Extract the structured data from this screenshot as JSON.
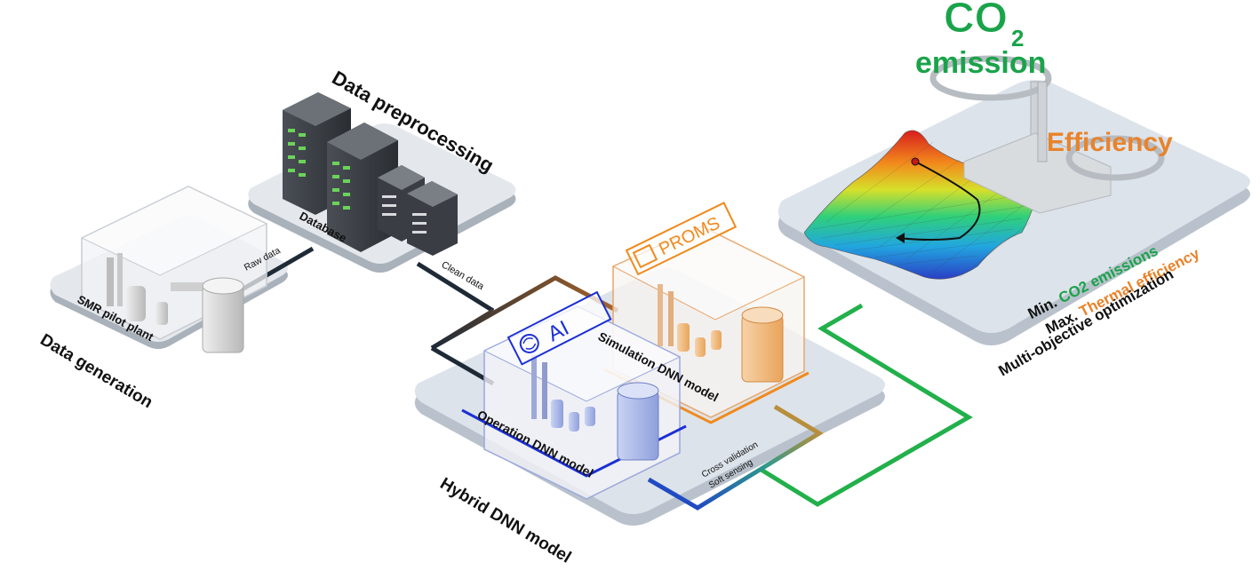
{
  "co2": {
    "title_main": "CO",
    "title_sub": "2",
    "title_line2": "emission",
    "color": "#1aa34a"
  },
  "efficiency": {
    "label": "Efficiency",
    "color": "#e8832a"
  },
  "objectives": {
    "min_prefix": "Min.",
    "min_text": "CO2 emissions",
    "max_prefix": "Max.",
    "max_text": "Thermal efficiency"
  },
  "stages": {
    "data_generation": "Data generation",
    "data_preprocessing": "Data preprocessing",
    "hybrid_dnn": "Hybrid DNN model",
    "multi_objective": "Multi-objective optimization"
  },
  "platforms": {
    "smr_plant": "SMR pilot plant",
    "database": "Database",
    "simulation_dnn": "Simulation DNN model",
    "operation_dnn": "Operation DNN model"
  },
  "flows": {
    "raw_data": "Raw data",
    "clean_data": "Clean data",
    "cross_validation": "Cross validation",
    "soft_sensing": "Soft sensing"
  },
  "badges": {
    "proms": "PROMS",
    "ai": "AI"
  },
  "colors": {
    "platform_top": "#dde3ea",
    "platform_side": "#b9c2cc",
    "dark_line": "#1e2a36",
    "green_line": "#22b04b",
    "orange_line": "#f08a1c",
    "blue_line": "#1b2fd6"
  }
}
